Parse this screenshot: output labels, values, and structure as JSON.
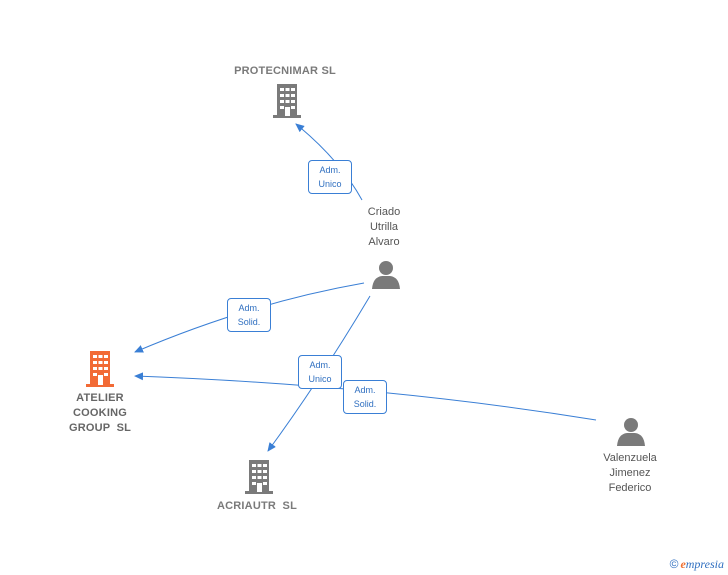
{
  "colors": {
    "edge": "#3a7fd5",
    "company_icon": "#7a7a7a",
    "focus_icon": "#f26a35",
    "person_icon": "#7a7a7a"
  },
  "nodes": {
    "protecnimar": {
      "line1": "PROTECNIMAR SL",
      "icon": "building-icon"
    },
    "criado": {
      "line1": "Criado",
      "line2": "Utrilla",
      "line3": "Alvaro",
      "icon": "person-icon"
    },
    "atelier": {
      "line1": "ATELIER",
      "line2": "COOKING",
      "line3": "GROUP  SL",
      "icon": "building-icon"
    },
    "acriautr": {
      "line1": "ACRIAUTR  SL",
      "icon": "building-icon"
    },
    "valenzuela": {
      "line1": "Valenzuela",
      "line2": "Jimenez",
      "line3": "Federico",
      "icon": "person-icon"
    }
  },
  "edges": {
    "criado_protecnimar": {
      "line1": "Adm.",
      "line2": "Unico"
    },
    "criado_atelier": {
      "line1": "Adm.",
      "line2": "Solid."
    },
    "criado_acriautr": {
      "line1": "Adm.",
      "line2": "Unico"
    },
    "valenzuela_atelier": {
      "line1": "Adm.",
      "line2": "Solid."
    }
  },
  "footer": {
    "copyright": "©",
    "brand_initial": "e",
    "brand_rest": "mpresia"
  }
}
